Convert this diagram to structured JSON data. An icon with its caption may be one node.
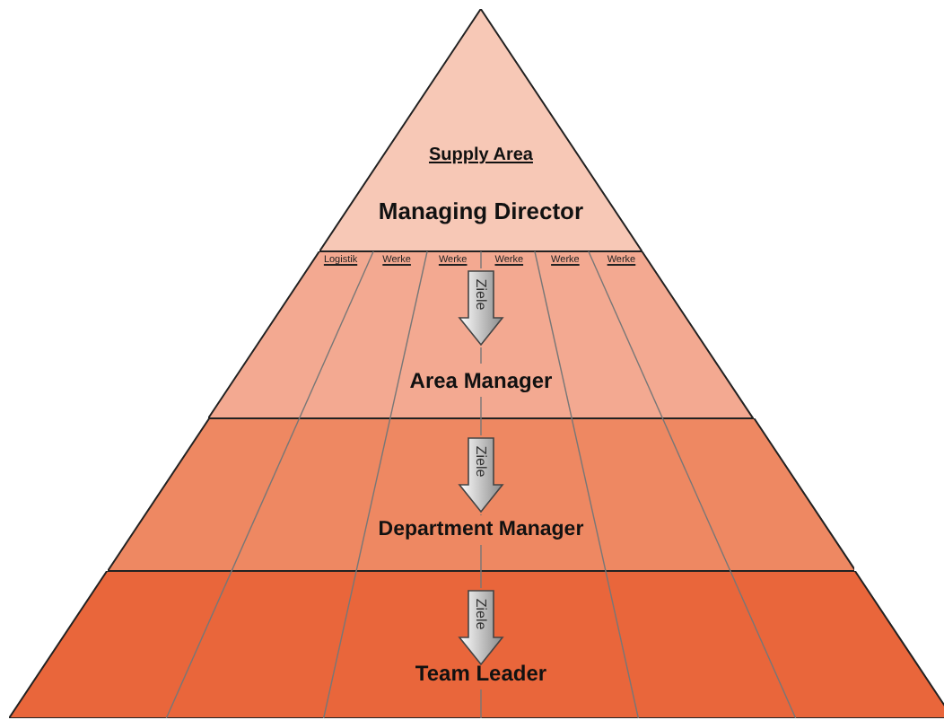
{
  "diagram": {
    "nodes": [
      {
        "text": [
          "Supply  Area",
          "Managing Director"
        ]
      },
      {
        "text": [
          "Area Manager"
        ]
      },
      {
        "text": [
          "Department Manager"
        ]
      },
      {
        "text": [
          "Team Leader"
        ]
      }
    ],
    "edges": [
      {
        "from": 0,
        "to": 1,
        "arrow": "to",
        "label": "Ziele"
      },
      {
        "from": 1,
        "to": 2,
        "arrow": "to",
        "label": "Ziele"
      },
      {
        "from": 2,
        "to": 3,
        "arrow": "to",
        "label": "Ziele"
      }
    ],
    "labels": [
      "Logistik",
      "Werke",
      "Werke",
      "Werke",
      "Werke",
      "Werke"
    ]
  }
}
